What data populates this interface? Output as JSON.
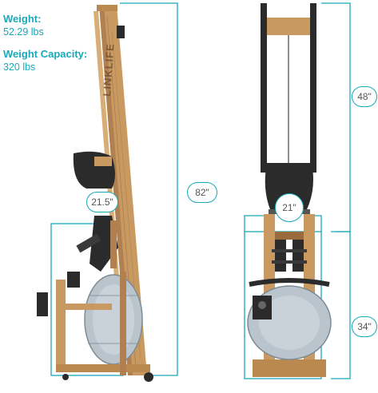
{
  "specs": {
    "weight_label": "Weight:",
    "weight_value": "52.29 lbs",
    "capacity_label": "Weight Capacity:",
    "capacity_value": "320 lbs"
  },
  "dimensions": {
    "length": "82\"",
    "width_side": "21.5\"",
    "height": "48\"",
    "width_front": "21\"",
    "depth": "34\""
  },
  "branding": {
    "logo_text": "LINKLIFE"
  },
  "colors": {
    "accent": "#1aa9b8",
    "wood": "#c89a62",
    "wood_dark": "#9a6b3c",
    "frame": "#2b2b2b",
    "tank": "#b9c4cc"
  }
}
